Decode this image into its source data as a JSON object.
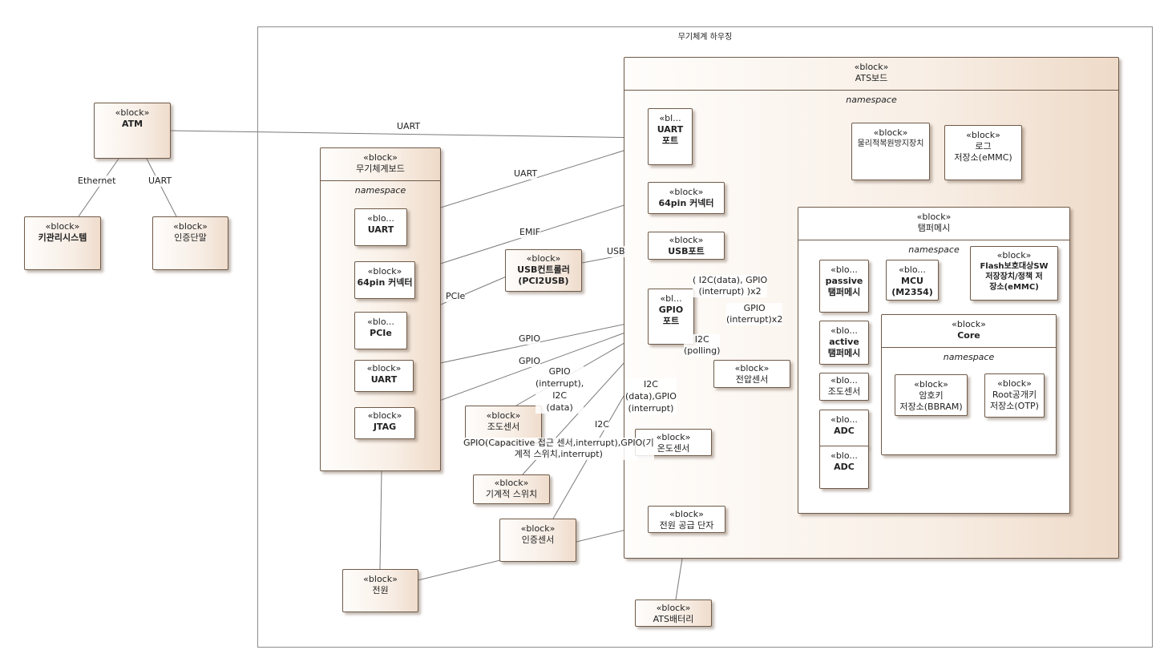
{
  "stereotype": "«block»",
  "frame": {
    "title": "무기체계 하우징"
  },
  "blocks": {
    "atm": {
      "stereo": "«block»",
      "name": "ATM"
    },
    "key_system": {
      "stereo": "«block»",
      "name": "키관리시스템"
    },
    "auth_terminal": {
      "stereo": "«block»",
      "name": "인증단말"
    },
    "weapon_board": {
      "stereo": "«block»",
      "name": "무기체계보드",
      "namespace": "namespace"
    },
    "wb_uart1": {
      "stereo": "«blo...",
      "name": "UART"
    },
    "wb_64pin": {
      "stereo": "«block»",
      "name": "64pin 커넥터"
    },
    "wb_pcie": {
      "stereo": "«blo...",
      "name": "PCIe"
    },
    "wb_uart2": {
      "stereo": "«block»",
      "name": "UART"
    },
    "wb_jtag": {
      "stereo": "«block»",
      "name": "JTAG"
    },
    "usb_controller": {
      "stereo": "«block»",
      "name": "USB컨트롤러\n(PCI2USB)"
    },
    "illum_sensor_out": {
      "stereo": "«block»",
      "name": "조도센서"
    },
    "mech_switch": {
      "stereo": "«block»",
      "name": "기계적 스위치"
    },
    "auth_sensor": {
      "stereo": "«block»",
      "name": "인증센서"
    },
    "power": {
      "stereo": "«block»",
      "name": "전원"
    },
    "ats_battery": {
      "stereo": "«block»",
      "name": "ATS배터리"
    },
    "ats_board": {
      "stereo": "«block»",
      "name": "ATS보드",
      "namespace": "namespace"
    },
    "ats_uart_port": {
      "stereo": "«bl...",
      "name": "UART\n포트"
    },
    "ats_64pin": {
      "stereo": "«block»",
      "name": "64pin 커넥터"
    },
    "ats_usb_port": {
      "stereo": "«block»",
      "name": "USB포트"
    },
    "ats_gpio_port": {
      "stereo": "«bl...",
      "name": "GPIO\n포트"
    },
    "voltage_sensor": {
      "stereo": "«block»",
      "name": "전압센서"
    },
    "temp_sensor": {
      "stereo": "«block»",
      "name": "온도센서"
    },
    "power_terminal": {
      "stereo": "«block»",
      "name": "전원 공급 단자"
    },
    "physical_restore": {
      "stereo": "«block»",
      "name": "물리적복원방지장치"
    },
    "log_storage": {
      "stereo": "«block»",
      "name": "로그\n저장소(eMMC)"
    },
    "tamper_mesh": {
      "stereo": "«block»",
      "name": "탬퍼메시",
      "namespace": "namespace"
    },
    "passive_mesh": {
      "stereo": "«blo...",
      "name": "passive\n탬퍼메시"
    },
    "mcu": {
      "stereo": "«blo...",
      "name": "MCU\n(M2354)"
    },
    "flash_storage": {
      "stereo": "«block»",
      "name": "Flash보호대상SW\n저장장치/정책 저\n장소(eMMC)"
    },
    "active_mesh": {
      "stereo": "«blo...",
      "name": "active\n탬퍼메시"
    },
    "illum_sensor_in": {
      "stereo": "«blo...",
      "name": "조도센서"
    },
    "adc1": {
      "stereo": "«blo...",
      "name": "ADC"
    },
    "adc2": {
      "stereo": "«blo...",
      "name": "ADC"
    },
    "core": {
      "stereo": "«block»",
      "name": "Core",
      "namespace": "namespace"
    },
    "key_storage": {
      "stereo": "«block»",
      "name": "암호키\n저장소(BBRAM)"
    },
    "root_key_storage": {
      "stereo": "«block»",
      "name": "Root공개키\n저장소(OTP)"
    }
  },
  "connectors": {
    "ethernet": "Ethernet",
    "uart_atm_auth": "UART",
    "uart_atm_ats": "UART",
    "uart_board": "UART",
    "emif": "EMIF",
    "usb": "USB",
    "pcie": "PCIe",
    "gpio1": "GPIO",
    "gpio2": "GPIO",
    "i2c_gpio_passive": "( I2C(data), GPIO\n(interrupt) )x2",
    "gpio_active": "GPIO\n(interrupt)x2",
    "i2c_polling": "I2C\n(polling)",
    "gpio_illum": "GPIO\n(interrupt),\nI2C\n(data)",
    "i2c_gpio_temp": "I2C\n(data),GPIO\n(interrupt)",
    "i2c_auth": "I2C",
    "gpio_switch": "GPIO(Capacitive 접근 센서,interrupt),GPIO(기\n계적 스위치,interrupt)"
  }
}
